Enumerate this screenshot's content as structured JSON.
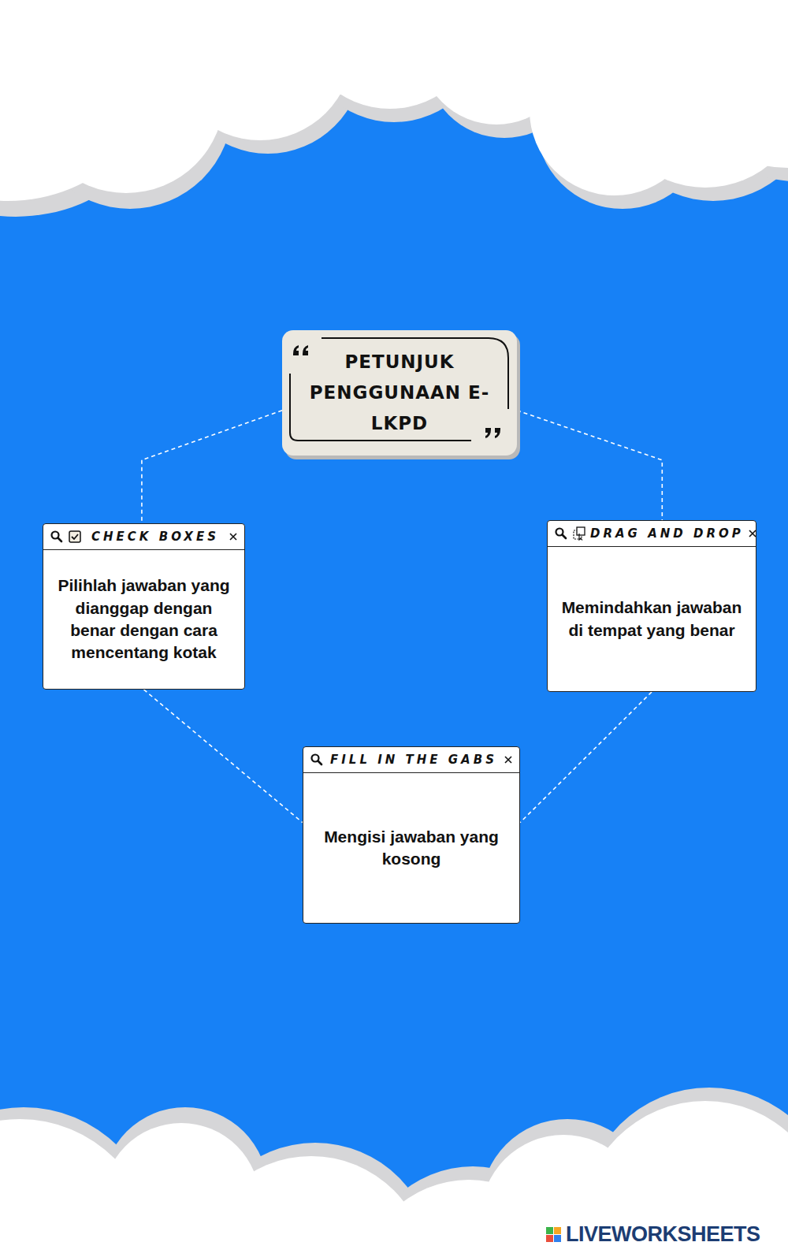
{
  "diagram": {
    "nodes": [
      {
        "text": [
          "PETUNJUK PENGGUNAAN E-LKPD"
        ]
      },
      {
        "text": [
          "CHECK BOXES",
          "Pilihlah jawaban yang dianggap dengan benar dengan cara mencentang kotak"
        ]
      },
      {
        "text": [
          "DRAG AND DROP",
          "Memindahkan jawaban di tempat yang benar"
        ]
      },
      {
        "text": [
          "FILL IN THE GABS",
          "Mengisi jawaban yang kosong"
        ]
      }
    ],
    "edges": [
      {
        "from": 0,
        "to": 1,
        "arrow": "none"
      },
      {
        "from": 0,
        "to": 2,
        "arrow": "none"
      },
      {
        "from": 1,
        "to": 3,
        "arrow": "none"
      },
      {
        "from": 2,
        "to": 3,
        "arrow": "none"
      }
    ],
    "labels": [
      "LIVEWORKSHEETS"
    ]
  }
}
